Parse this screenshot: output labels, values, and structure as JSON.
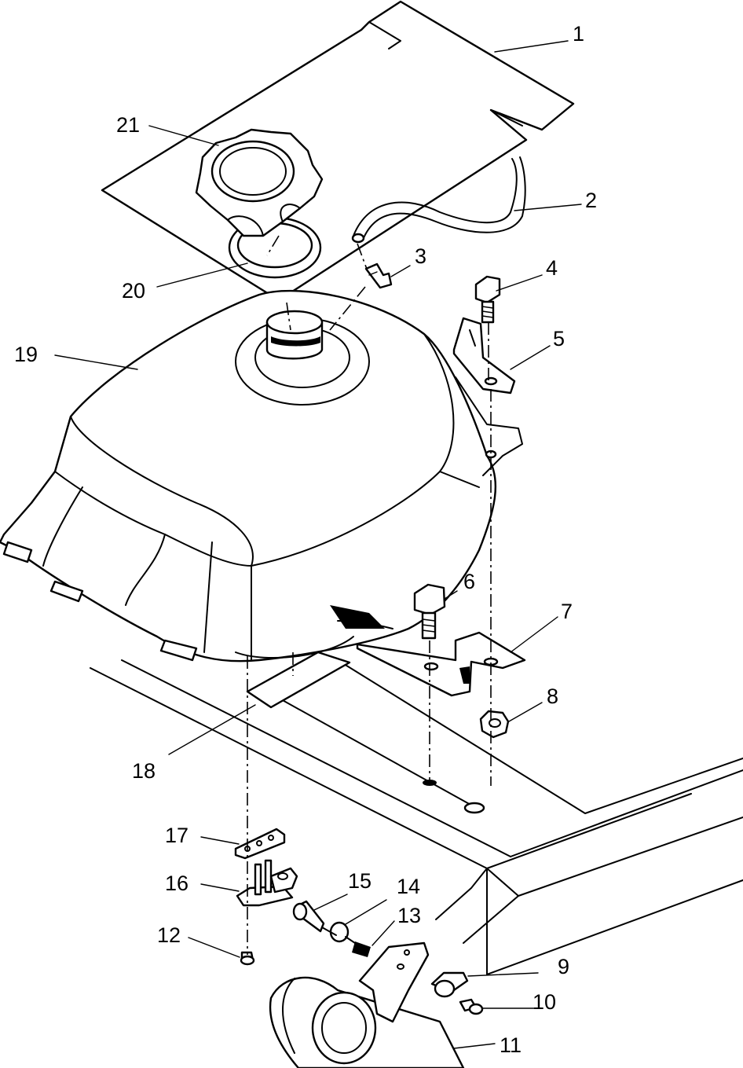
{
  "diagram": {
    "callouts": [
      {
        "id": "1",
        "text": "1"
      },
      {
        "id": "2",
        "text": "2"
      },
      {
        "id": "3",
        "text": "3"
      },
      {
        "id": "4",
        "text": "4"
      },
      {
        "id": "5",
        "text": "5"
      },
      {
        "id": "6",
        "text": "6"
      },
      {
        "id": "7",
        "text": "7"
      },
      {
        "id": "8",
        "text": "8"
      },
      {
        "id": "9",
        "text": "9"
      },
      {
        "id": "10",
        "text": "10"
      },
      {
        "id": "11",
        "text": "11"
      },
      {
        "id": "12",
        "text": "12"
      },
      {
        "id": "13",
        "text": "13"
      },
      {
        "id": "14",
        "text": "14"
      },
      {
        "id": "15",
        "text": "15"
      },
      {
        "id": "16",
        "text": "16"
      },
      {
        "id": "17",
        "text": "17"
      },
      {
        "id": "18",
        "text": "18"
      },
      {
        "id": "19",
        "text": "19"
      },
      {
        "id": "20",
        "text": "20"
      },
      {
        "id": "21",
        "text": "21"
      }
    ]
  }
}
